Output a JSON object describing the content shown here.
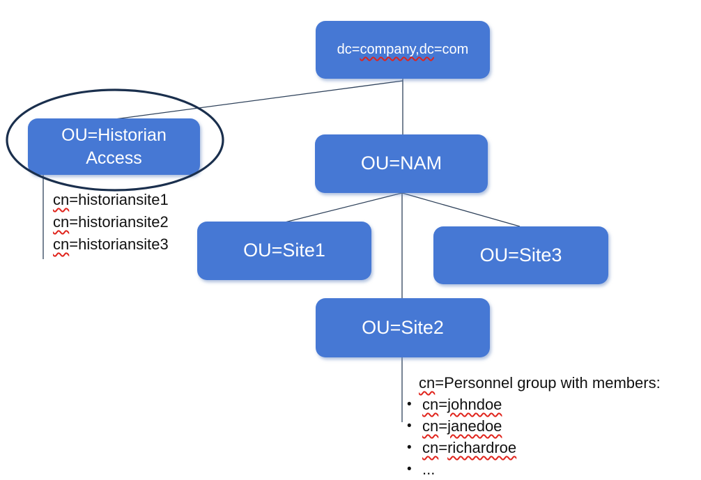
{
  "diagram_title": "LDAP directory tree with Historian Access OU highlighted",
  "colors": {
    "node_fill": "#4678D4",
    "node_text": "#FFFFFF",
    "connector": "#2E415A",
    "ellipse_stroke": "#1A2F4D",
    "squiggle": "#E0241C",
    "body_text": "#111111",
    "background": "#FFFFFF"
  },
  "nodes": {
    "root": {
      "part1": "dc=",
      "misspelled": "company,dc",
      "part2": "=com",
      "full_label": "dc=company,dc=com"
    },
    "historian": {
      "line1": "OU=Historian",
      "line2": "Access",
      "full_label": "OU=Historian Access"
    },
    "nam": {
      "label": "OU=NAM"
    },
    "site1": {
      "label": "OU=Site1"
    },
    "site2": {
      "label": "OU=Site2"
    },
    "site3": {
      "label": "OU=Site3"
    }
  },
  "historian_list": {
    "lines": [
      {
        "prefix": "cn",
        "rest": "=historiansite1"
      },
      {
        "prefix": "cn",
        "rest": "=historiansite2"
      },
      {
        "prefix": "cn",
        "rest": "=historiansite3"
      }
    ]
  },
  "personnel": {
    "header_prefix": "cn",
    "header_rest": "=Personnel group with members:",
    "bullet_char": "•",
    "members": [
      {
        "prefix": "cn",
        "eq": "=",
        "name": "johndoe"
      },
      {
        "prefix": "cn",
        "eq": "=",
        "name": "janedoe"
      },
      {
        "prefix": "cn",
        "eq": "=",
        "name": "richardroe"
      }
    ],
    "ellipsis": "..."
  }
}
